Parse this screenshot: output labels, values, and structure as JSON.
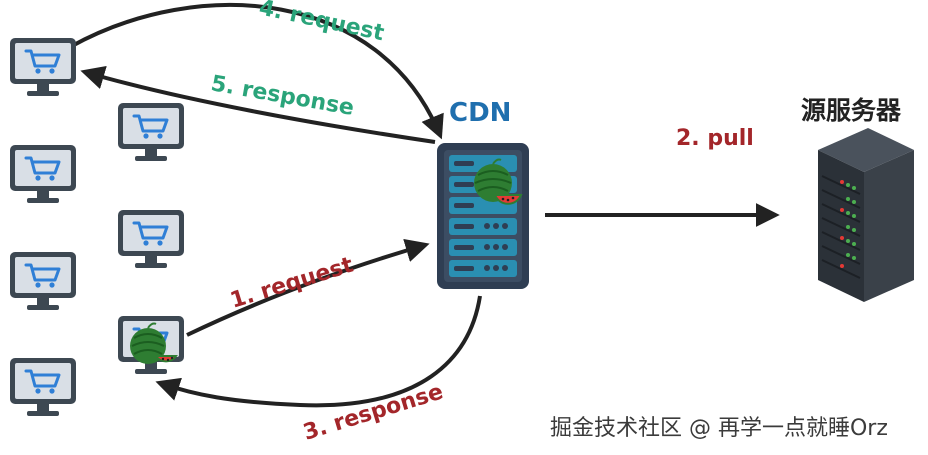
{
  "labels": {
    "request_top": "4. request",
    "response_top": "5. response",
    "cdn": "CDN",
    "pull": "2. pull",
    "origin": "源服务器",
    "request_bottom": "1. request",
    "response_bottom": "3. response"
  },
  "watermark": "掘金技术社区 @ 再学一点就睡Orz",
  "colors": {
    "green_label": "#2aa47a",
    "red_label": "#a3262a",
    "cdn_label": "#1f6fae",
    "arrow": "#222222",
    "monitor_screen": "#d9dfe6",
    "monitor_frame": "#3d4852",
    "cart": "#2f7fd6",
    "cdn_rack": "#2f3e53",
    "cdn_panel": "#2a8fb2"
  },
  "icons": {
    "client": "monitor-with-shopping-cart-icon",
    "cached_client": "monitor-with-watermelon-icon",
    "cdn_server": "server-rack-with-watermelon-icon",
    "origin_server": "dark-server-tower-icon"
  }
}
